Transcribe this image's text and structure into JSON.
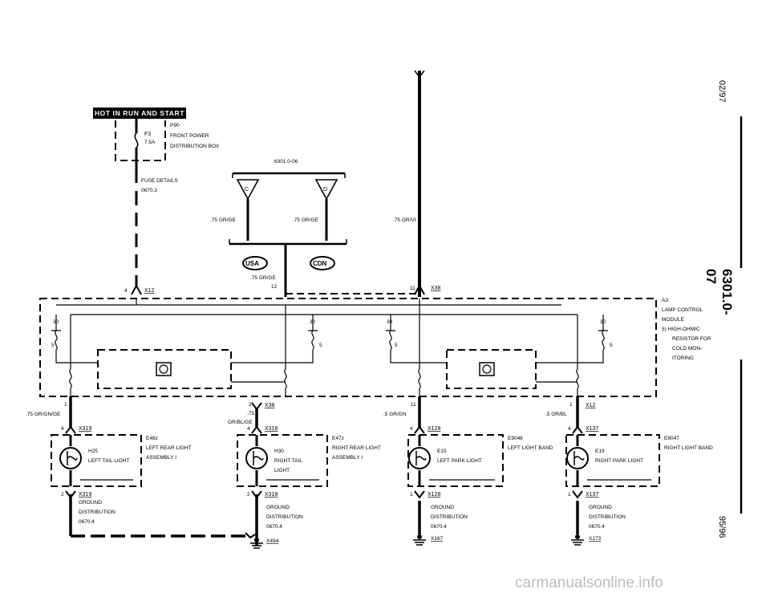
{
  "header": {
    "hot_label": "HOT IN RUN AND START"
  },
  "fuse": {
    "box": "P90",
    "box_name_1": "FRONT POWER",
    "box_name_2": "DISTRIBUTION BOX",
    "id": "F3",
    "rating": "7.5A",
    "details_1": "FUSE DETAILS",
    "details_2": "0670.3"
  },
  "splice": {
    "ref": "6301.0-06",
    "c_label": "C",
    "d_label": "D",
    "usa": "USA",
    "cdn": "CDN"
  },
  "wires": {
    "grge_left": ".75 GR/GE",
    "grge_right": ".75 GR/GE",
    "grvi": ".75 GR/VI",
    "grge_mid_1": ".75 GR/GE",
    "grge_mid_2": "12",
    "grgnge": ".75 GR/GN/GE",
    "grblge_1": ".75",
    "grblge_2": "GR/BL/GE",
    "grgn": ".5 GR/GN",
    "grbl": ".5 GR/BL"
  },
  "connectors": {
    "x12_top": "X12",
    "x12_top_pin": "4",
    "x38_top": "X38",
    "x38_top_pin": "11",
    "x12_br": "X12",
    "x12_br_pin": "1",
    "x38_bl": "X38",
    "x38_bl_pin": "2",
    "x319": "X319",
    "x319_pin": "4",
    "x319_b": "X319",
    "x319_b_pin": "2",
    "x318": "X318",
    "x318_pin": "4",
    "x318_b": "X318",
    "x318_b_pin": "2",
    "x128": "X128",
    "x128_pin": "4",
    "x128_b": "X128",
    "x128_b_pin": "1",
    "x137": "X137",
    "x137_pin": "4",
    "x137_b": "X137",
    "x137_b_pin": "1",
    "pin_11_lower": "11",
    "pin_1_left": "1",
    "x494": "X494",
    "x167": "X167",
    "x173": "X173"
  },
  "module": {
    "id": "A3",
    "name_1": "LAMP CONTROL",
    "name_2": "MODULE",
    "note_1": "5)  HIGH-OHMIC",
    "note_2": "RESISTOR FOR",
    "note_3": "COLD MON-",
    "note_4": "ITORING",
    "pin_30": "30",
    "pin_5": "5"
  },
  "lamps": [
    {
      "id": "H25",
      "l1": "LEFT TAIL LIGHT",
      "l2": "",
      "assy": "E46z",
      "assy_1": "LEFT REAR LIGHT",
      "assy_2": "ASSEMBLY I"
    },
    {
      "id": "H30",
      "l1": "RIGHT TAIL",
      "l2": "LIGHT",
      "assy": "E47z",
      "assy_1": "RIGHT REAR LIGHT",
      "assy_2": "ASSEMBLY I"
    },
    {
      "id": "E15",
      "l1": "LEFT PARK LIGHT",
      "l2": "",
      "assy": "E9046",
      "assy_1": "LEFT LIGHT BAND",
      "assy_2": ""
    },
    {
      "id": "E19",
      "l1": "RIGHT PARK LIGHT",
      "l2": "",
      "assy": "E9047",
      "assy_1": "RIGHT LIGHT BAND",
      "assy_2": ""
    }
  ],
  "ground": {
    "label": "GROUND",
    "dist": "DISTRIBUTION",
    "ref": "0670.4"
  },
  "side": {
    "date": "02/97",
    "code": "6301.0-07",
    "rev": "95/96"
  },
  "watermark": "carmanualsonline.info"
}
